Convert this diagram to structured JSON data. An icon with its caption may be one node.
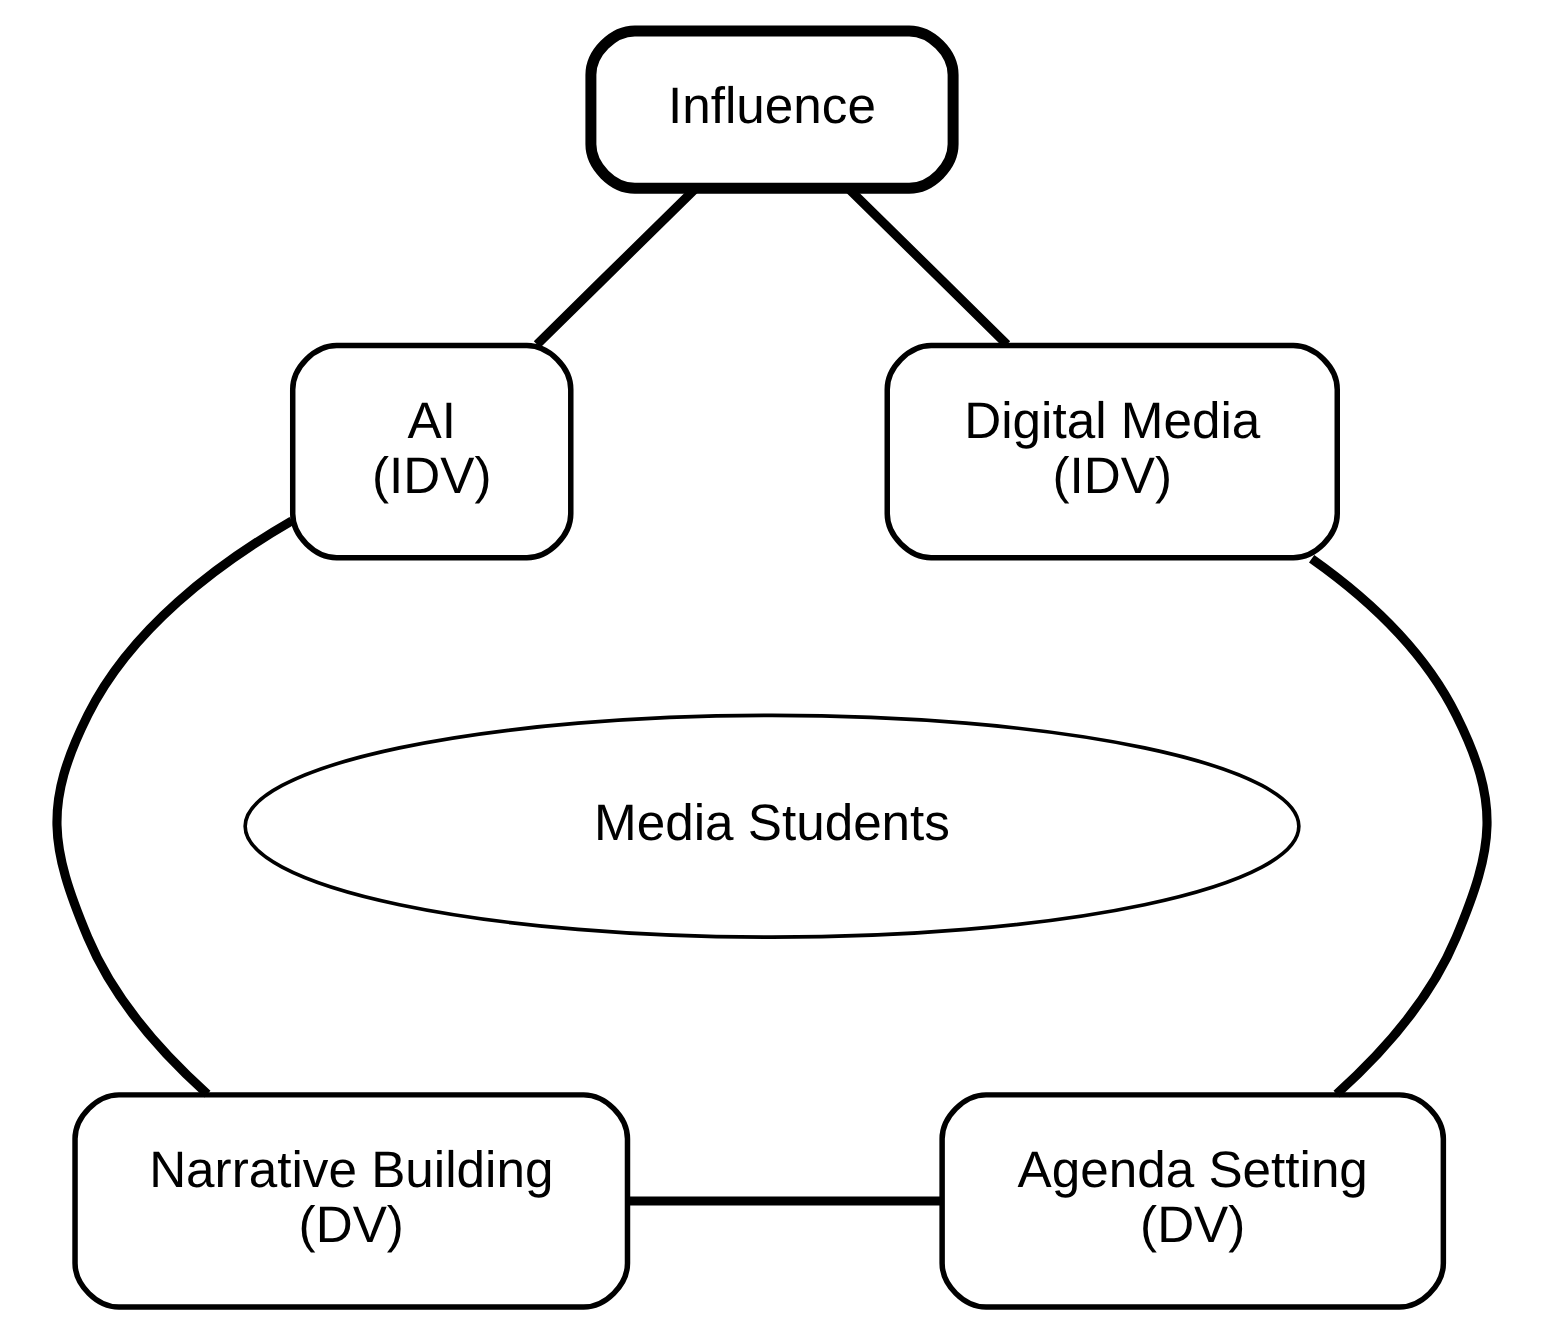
{
  "diagram": {
    "nodes": [
      {
        "text": [
          "Influence"
        ]
      },
      {
        "text": [
          "Digital Media",
          "(IDV)"
        ]
      },
      {
        "text": [
          "AI",
          "(IDV)"
        ]
      },
      {
        "text": [
          "Media Students"
        ]
      },
      {
        "text": [
          "Agenda Setting",
          "(DV)"
        ]
      },
      {
        "text": [
          "Narrative Building",
          "(DV)"
        ]
      }
    ],
    "edges": [
      {
        "from": 0,
        "to": 2,
        "arrow": "none"
      },
      {
        "from": 2,
        "to": 5,
        "arrow": "none"
      },
      {
        "from": 5,
        "to": 4,
        "arrow": "none"
      },
      {
        "from": 4,
        "to": 1,
        "arrow": "none"
      },
      {
        "from": 1,
        "to": 0,
        "arrow": "none"
      }
    ]
  }
}
